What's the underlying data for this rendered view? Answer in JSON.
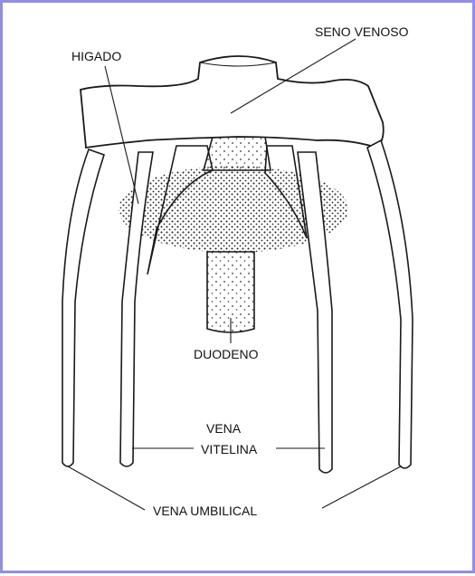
{
  "labels": {
    "seno_venoso": "SENO VENOSO",
    "higado": "HIGADO",
    "duodeno": "DUODENO",
    "vena_vitelina_line1": "VENA",
    "vena_vitelina_line2": "VITELINA",
    "vena_umbilical": "VENA UMBILICAL"
  },
  "colors": {
    "frame_border": "#8f8fe6",
    "ink": "#1a1a1a",
    "background": "#ffffff"
  }
}
